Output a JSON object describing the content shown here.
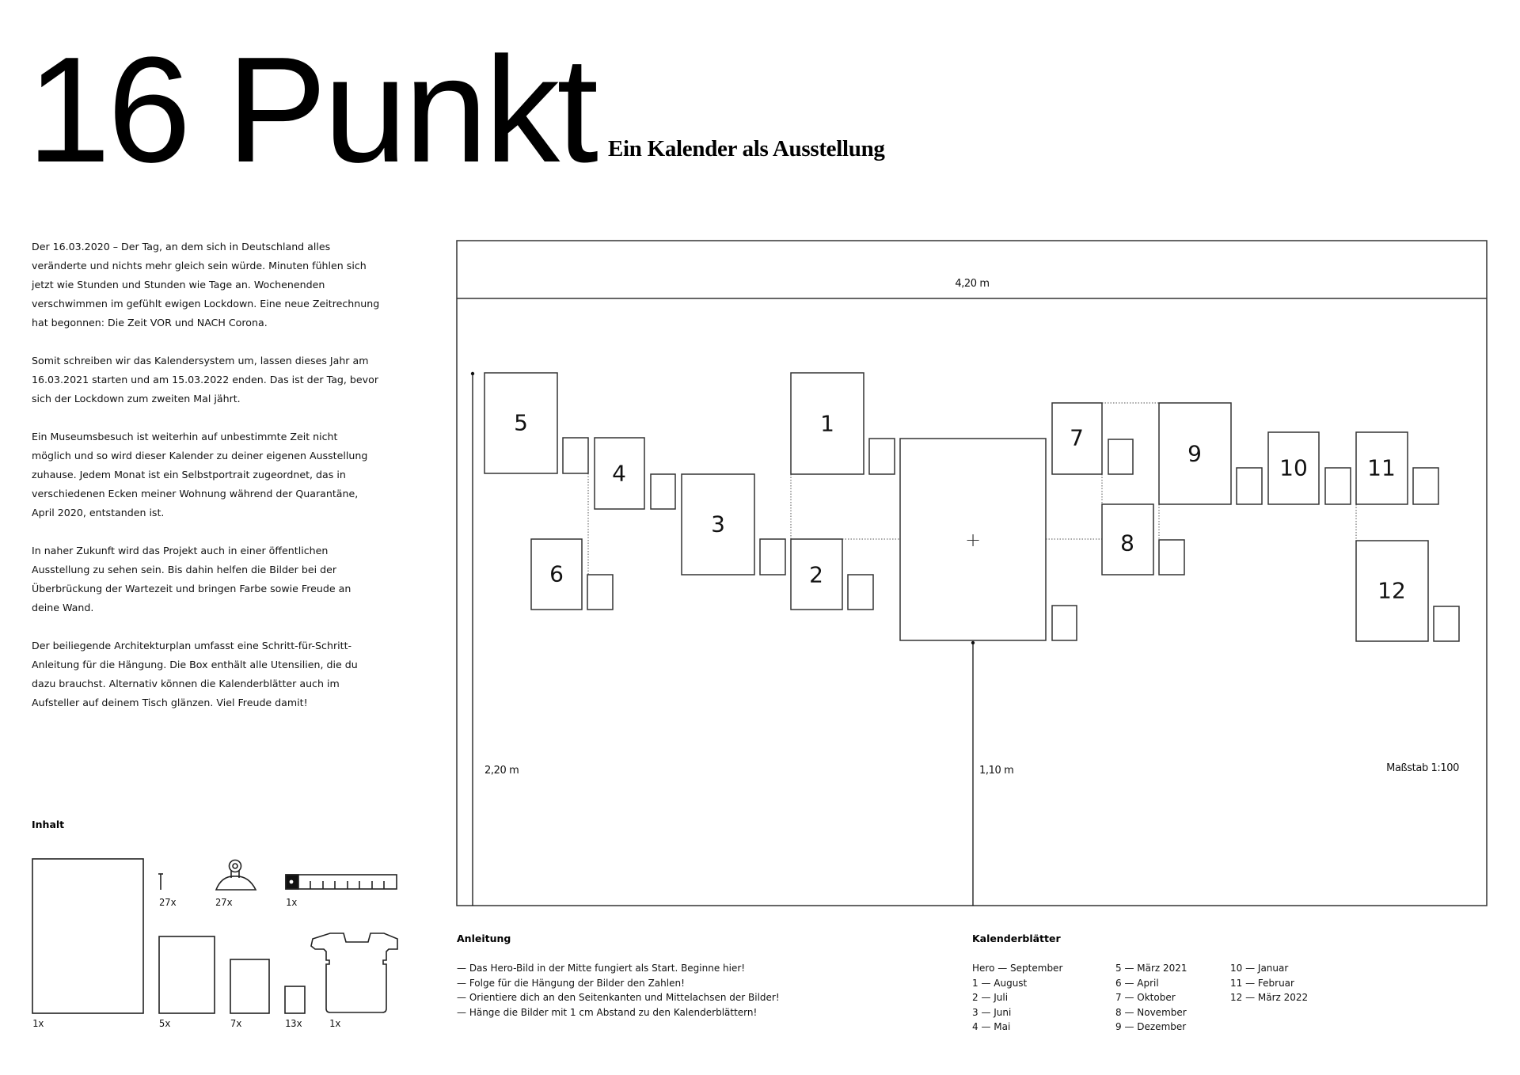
{
  "header": {
    "title": "16 Punkt",
    "subtitle": "Ein Kalender als Ausstellung"
  },
  "intro": {
    "paragraphs": [
      "Der 16.03.2020 – Der Tag, an dem sich in Deutschland alles veränderte und nichts mehr gleich sein würde. Minuten fühlen sich jetzt wie Stunden und Stunden wie Tage an. Wochenenden verschwimmen im gefühlt ewigen Lockdown. Eine neue Zeitrechnung hat begonnen: Die Zeit VOR und NACH Corona.",
      "Somit schreiben wir das Kalendersystem um, lassen dieses Jahr am 16.03.2021 starten und am 15.03.2022 enden. Das ist der Tag, bevor sich der Lockdown zum zweiten Mal jährt.",
      "Ein Museumsbesuch ist weiterhin auf unbestimmte Zeit nicht möglich und so wird dieser Kalender zu deiner eigenen Ausstellung zuhause. Jedem Monat ist ein Selbstportrait zugeordnet, das in verschiedenen Ecken meiner Wohnung während der Quarantäne, April 2020, entstanden ist.",
      "In naher Zukunft wird das Projekt auch in einer öffentlichen Ausstellung zu sehen sein. Bis dahin helfen die Bilder bei der Überbrückung der Wartezeit und bringen Farbe sowie Freude an deine Wand.",
      "Der beiliegende Architekturplan umfasst eine Schritt-für-Schritt-Anleitung für die Hängung. Die Box enthält alle Utensilien, die du dazu brauchst. Alternativ können die Kalenderblätter auch im Aufsteller auf deinem Tisch glänzen. Viel Freude damit!"
    ]
  },
  "inhalt": {
    "label": "Inhalt",
    "items": [
      {
        "icon": "large-print-icon",
        "qty": "1x"
      },
      {
        "icon": "nail-icon",
        "qty": "27x"
      },
      {
        "icon": "hook-icon",
        "qty": "27x"
      },
      {
        "icon": "measuring-tape-icon",
        "qty": "1x"
      },
      {
        "icon": "medium-print-icon",
        "qty": "5x"
      },
      {
        "icon": "small-print-icon",
        "qty": "7x"
      },
      {
        "icon": "calendar-sheet-icon",
        "qty": "13x"
      },
      {
        "icon": "stand-icon",
        "qty": "1x"
      }
    ]
  },
  "plan": {
    "width_label": "4,20 m",
    "height_label": "2,20 m",
    "center_height_label": "1,10 m",
    "scale_label": "Maßstab 1:100",
    "hero_marker": "+",
    "pictures": [
      {
        "number": "1"
      },
      {
        "number": "2"
      },
      {
        "number": "3"
      },
      {
        "number": "4"
      },
      {
        "number": "5"
      },
      {
        "number": "6"
      },
      {
        "number": "7"
      },
      {
        "number": "8"
      },
      {
        "number": "9"
      },
      {
        "number": "10"
      },
      {
        "number": "11"
      },
      {
        "number": "12"
      }
    ]
  },
  "anleitung": {
    "label": "Anleitung",
    "steps": [
      "— Das Hero-Bild in der Mitte fungiert als Start. Beginne hier!",
      "— Folge für die Hängung der Bilder den Zahlen!",
      "— Orientiere dich an den Seitenkanten und Mittelachsen der Bilder!",
      "— Hänge die Bilder mit 1 cm Abstand zu den Kalenderblättern!"
    ]
  },
  "kalenderblaetter": {
    "label": "Kalenderblätter",
    "columns": [
      [
        "Hero — September",
        "1 — August",
        "2 — Juli",
        "3 — Juni",
        "4 — Mai"
      ],
      [
        "5 — März 2021",
        "6 — April",
        "7 — Oktober",
        "8 — November",
        "9 — Dezember"
      ],
      [
        "10 — Januar",
        "11 — Februar",
        "12 — März 2022"
      ]
    ]
  }
}
